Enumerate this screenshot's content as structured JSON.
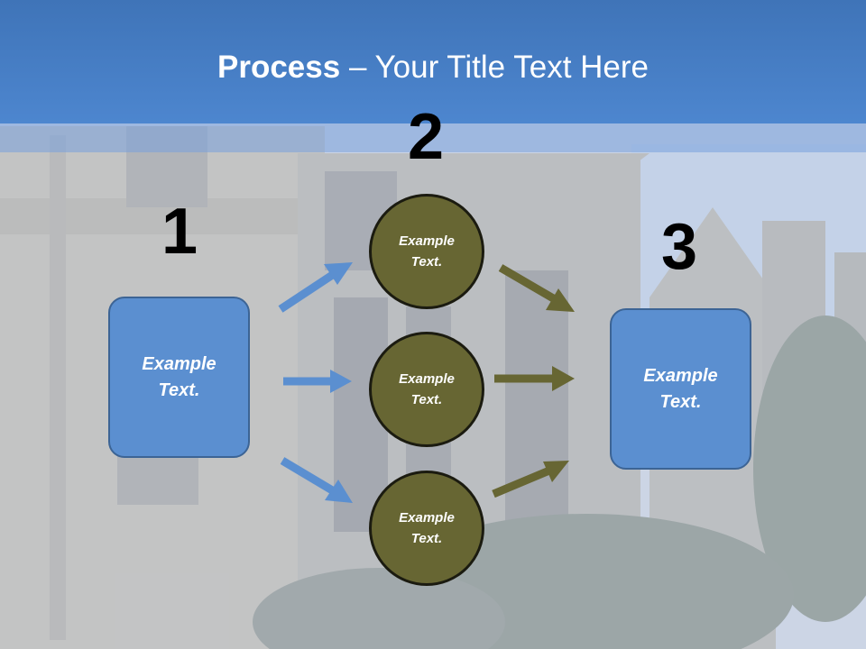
{
  "title": {
    "bold": "Process",
    "rest": " – Your Title Text Here"
  },
  "steps": {
    "one": "1",
    "two": "2",
    "three": "3"
  },
  "left_box": {
    "line1": "Example",
    "line2": "Text."
  },
  "circles": [
    {
      "line1": "Example",
      "line2": "Text."
    },
    {
      "line1": "Example",
      "line2": "Text."
    },
    {
      "line1": "Example",
      "line2": "Text."
    }
  ],
  "right_box": {
    "line1": "Example",
    "line2": "Text."
  },
  "colors": {
    "header": "#4a80c8",
    "box_fill": "#5b8fd0",
    "circle_fill": "#676633",
    "arrow_blue": "#5b8fd0",
    "arrow_olive": "#676633"
  }
}
